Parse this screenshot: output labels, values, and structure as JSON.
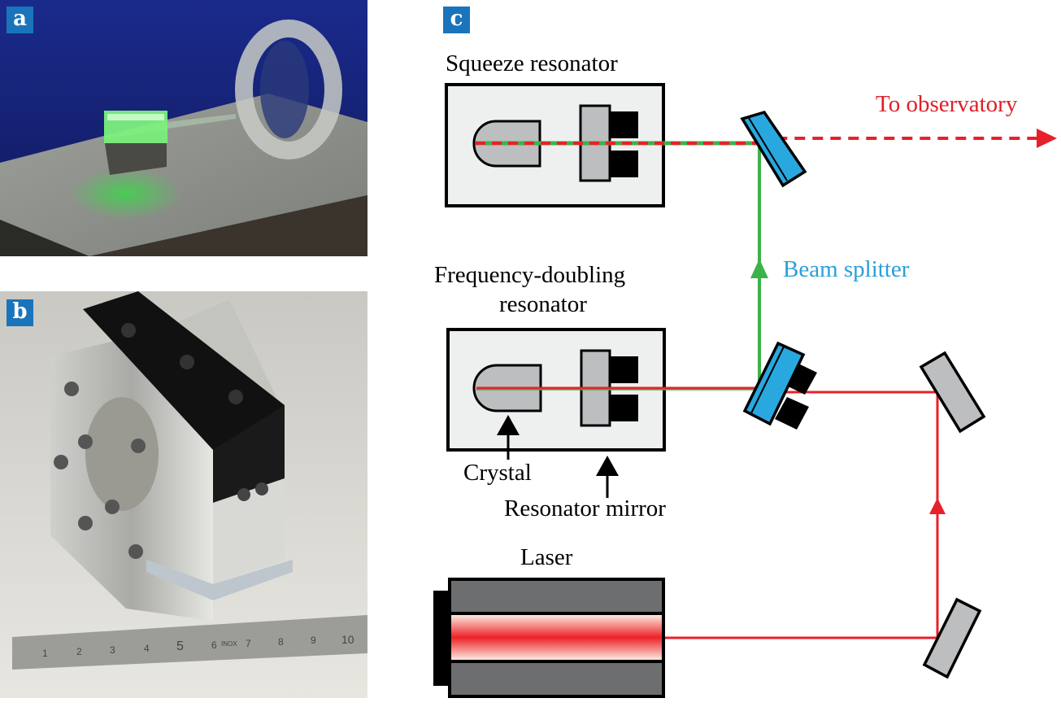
{
  "panels": {
    "a": {
      "label": "a",
      "description": "Photograph of a nonlinear crystal glowing green on a metal block with a circular resonator mirror behind it"
    },
    "b": {
      "label": "b",
      "description": "Photograph of a compact aluminum squeeze-resonator housing with a black top bar, next to a steel ruler"
    },
    "c": {
      "label": "c"
    }
  },
  "ruler": {
    "ticks": [
      "1",
      "2",
      "3",
      "4",
      "5",
      "6",
      "7",
      "8",
      "9",
      "10"
    ],
    "brand": "INOX"
  },
  "diagram": {
    "squeeze_resonator": {
      "title": "Squeeze resonator"
    },
    "frequency_doubling_resonator": {
      "title_line1": "Frequency-doubling",
      "title_line2": "resonator"
    },
    "laser": {
      "title": "Laser"
    },
    "labels": {
      "crystal": "Crystal",
      "resonator_mirror": "Resonator mirror",
      "beam_splitter": "Beam splitter",
      "to_observatory": "To observatory"
    },
    "colors": {
      "panel_label_bg": "#1a74bb",
      "red_beam": "#e8202a",
      "green_beam": "#3cb34a",
      "beam_splitter_blue": "#29a8e0",
      "beam_splitter_text": "#2a9fd8",
      "observatory_text": "#e01f26",
      "mirror_grey": "#bcbec0",
      "resonator_box": "#eeefef",
      "laser_body": "#6d6e70"
    }
  }
}
